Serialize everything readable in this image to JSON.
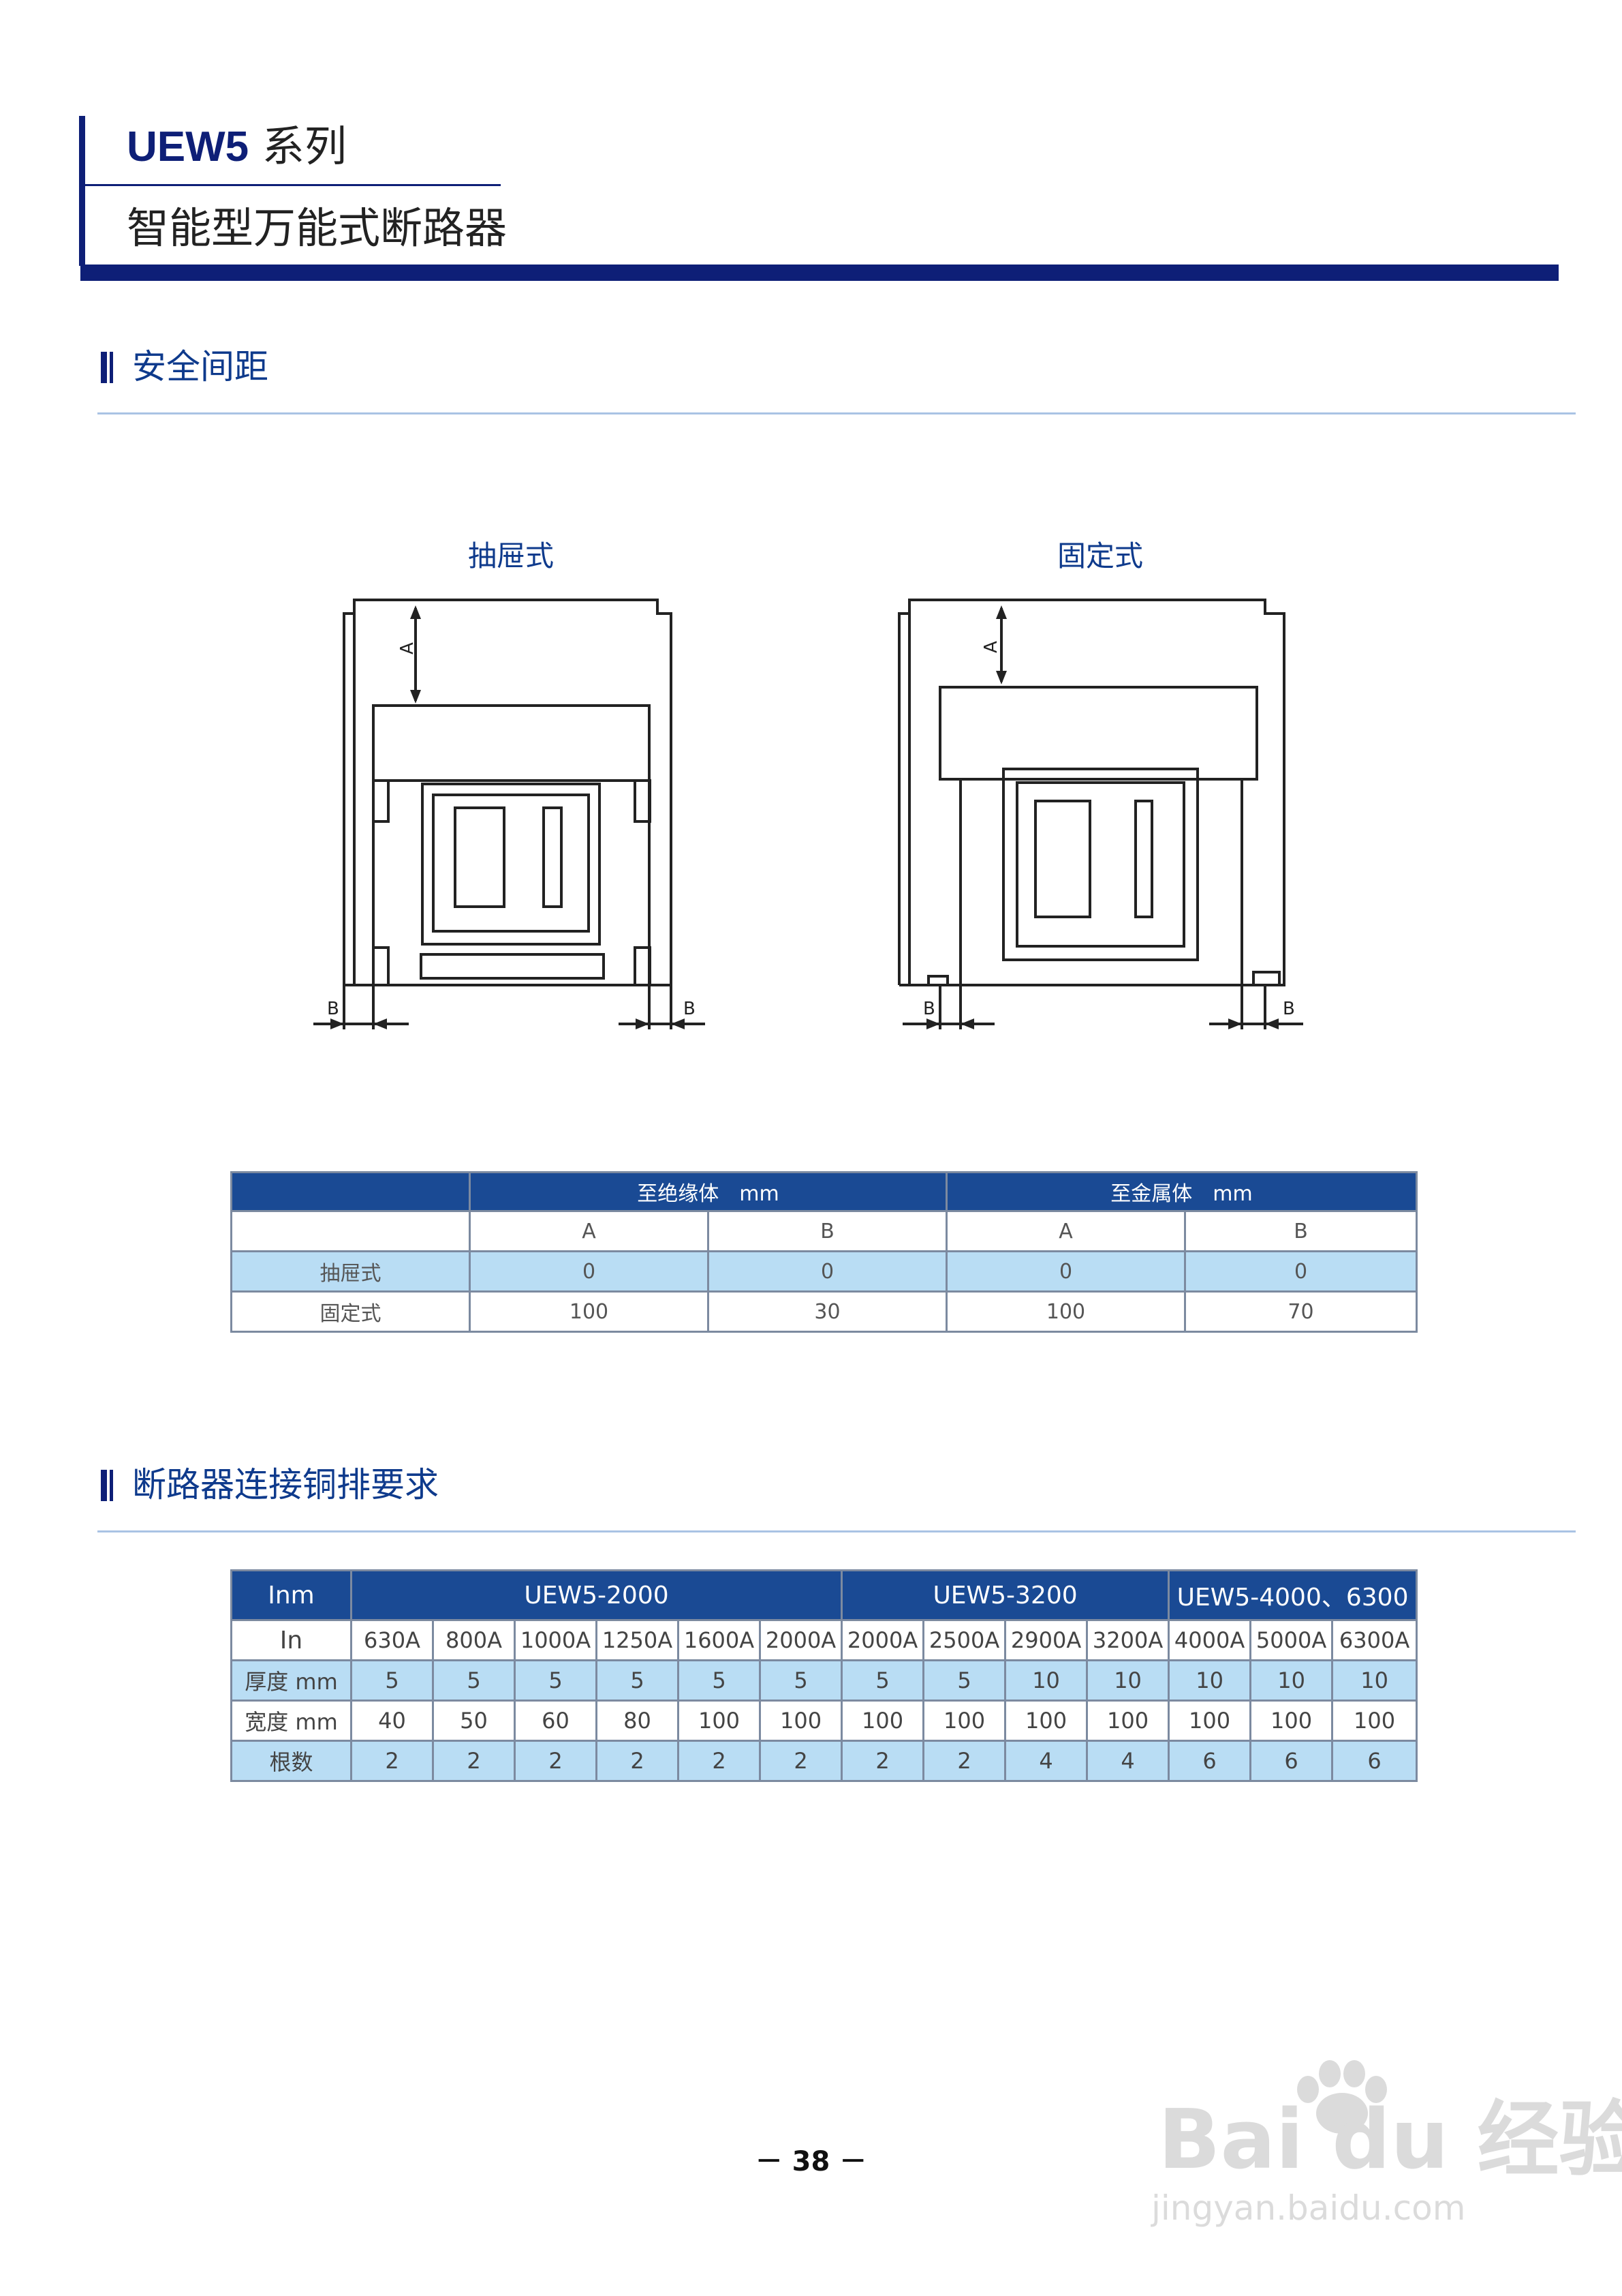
{
  "header": {
    "series_code": "UEW5",
    "series_word": "系列",
    "subtitle": "智能型万能式断路器"
  },
  "section_safety": {
    "title": "安全间距"
  },
  "diagrams": {
    "left_title": "抽屉式",
    "right_title": "固定式",
    "dim_a": "A",
    "dim_b": "B"
  },
  "table_clearance": {
    "group_insulator": "至绝缘体　mm",
    "group_metal": "至金属体　mm",
    "sub_a": "A",
    "sub_b": "B",
    "rows": [
      {
        "type": "抽屉式",
        "ins_a": "0",
        "ins_b": "0",
        "met_a": "0",
        "met_b": "0"
      },
      {
        "type": "固定式",
        "ins_a": "100",
        "ins_b": "30",
        "met_a": "100",
        "met_b": "70"
      }
    ]
  },
  "section_busbar": {
    "title": "断路器连接铜排要求"
  },
  "table_busbar": {
    "inm_label": "Inm",
    "groups": [
      "UEW5-2000",
      "UEW5-3200",
      "UEW5-4000、6300"
    ],
    "in_label": "In",
    "in_values": [
      "630A",
      "800A",
      "1000A",
      "1250A",
      "1600A",
      "2000A",
      "2000A",
      "2500A",
      "2900A",
      "3200A",
      "4000A",
      "5000A",
      "6300A"
    ],
    "thickness_label": "厚度 mm",
    "thickness": [
      "5",
      "5",
      "5",
      "5",
      "5",
      "5",
      "5",
      "5",
      "10",
      "10",
      "10",
      "10",
      "10"
    ],
    "width_label": "宽度 mm",
    "width": [
      "40",
      "50",
      "60",
      "80",
      "100",
      "100",
      "100",
      "100",
      "100",
      "100",
      "100",
      "100",
      "100"
    ],
    "count_label": "根数",
    "count": [
      "2",
      "2",
      "2",
      "2",
      "2",
      "2",
      "2",
      "2",
      "4",
      "4",
      "6",
      "6",
      "6"
    ]
  },
  "footer": {
    "page": "－ 38 －",
    "watermark_brand": "Bai du 经验",
    "watermark_url": "jingyan.baidu.com"
  }
}
